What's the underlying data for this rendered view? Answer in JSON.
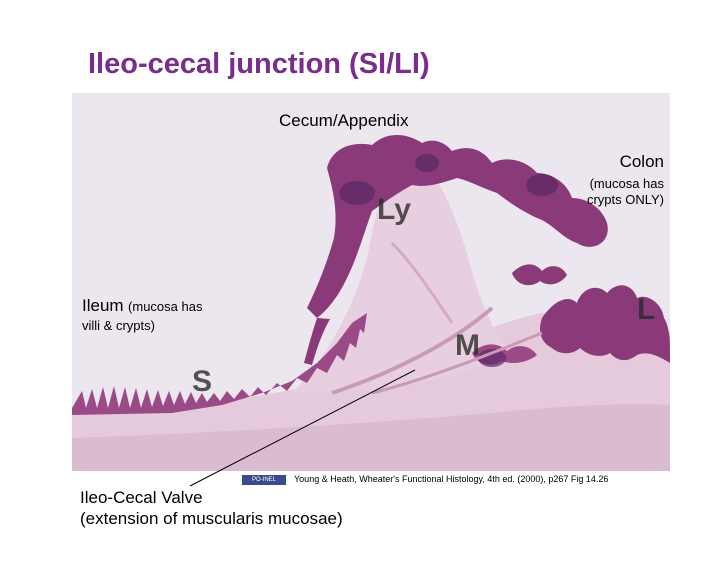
{
  "slide": {
    "title": "Ileo-cecal junction (SI/LI)"
  },
  "labels": {
    "cecum": "Cecum/Appendix",
    "colon_title": "Colon",
    "colon_note_line1": "(mucosa has",
    "colon_note_line2": "crypts ONLY)",
    "ileum_title": "Ileum",
    "ileum_note_line1": "(mucosa has",
    "ileum_note_line2": "villi & crypts)",
    "valve_line1": "Ileo-Cecal Valve",
    "valve_line2": "(extension of muscularis mucosae)"
  },
  "tissue_letters": {
    "ly": "Ly",
    "l": "L",
    "m": "M",
    "s": "S"
  },
  "citation": {
    "logo_text": "PO-INEL",
    "text": "Young & Heath, Wheater's Functional Histology, 4th ed. (2000), p267 Fig 14.26"
  },
  "colors": {
    "title": "#7a2e8c",
    "tissue_dark": "#8a3a78",
    "tissue_light": "#d9b8d2",
    "background": "#ece6ef"
  }
}
